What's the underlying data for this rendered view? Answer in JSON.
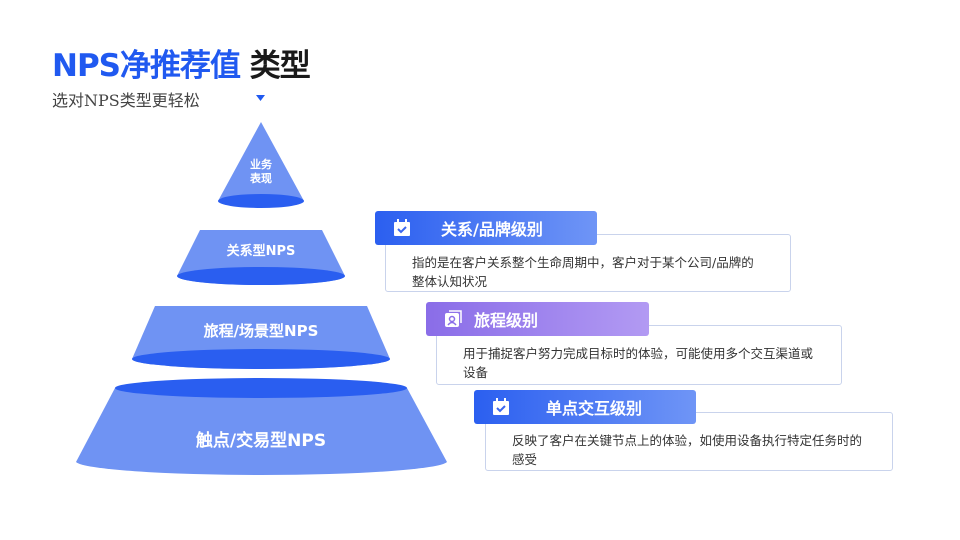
{
  "title": {
    "highlight": "NPS净推荐值",
    "rest": "类型"
  },
  "subtitle": "选对NPS类型更轻松",
  "pyramid": [
    {
      "label_line1": "业务",
      "label_line2": "表现"
    },
    {
      "label": "关系型NPS"
    },
    {
      "label": "旅程/场景型NPS"
    },
    {
      "label": "触点/交易型NPS"
    }
  ],
  "cards": [
    {
      "title": "关系/品牌级别",
      "icon": "calendar-check-icon",
      "desc": "指的是在客户关系整个生命周期中，客户对于某个公司/品牌的整体认知状况"
    },
    {
      "title": "旅程级别",
      "icon": "user-card-icon",
      "desc": "用于捕捉客户努力完成目标时的体验，可能使用多个交互渠道或设备"
    },
    {
      "title": "单点交互级别",
      "icon": "calendar-check-icon",
      "desc": "反映了客户在关键节点上的体验，如使用设备执行特定任务时的感受"
    }
  ],
  "colors": {
    "accent": "#2059f0",
    "tier": "#6f93f3",
    "ellipse": "#2a5ef0"
  }
}
